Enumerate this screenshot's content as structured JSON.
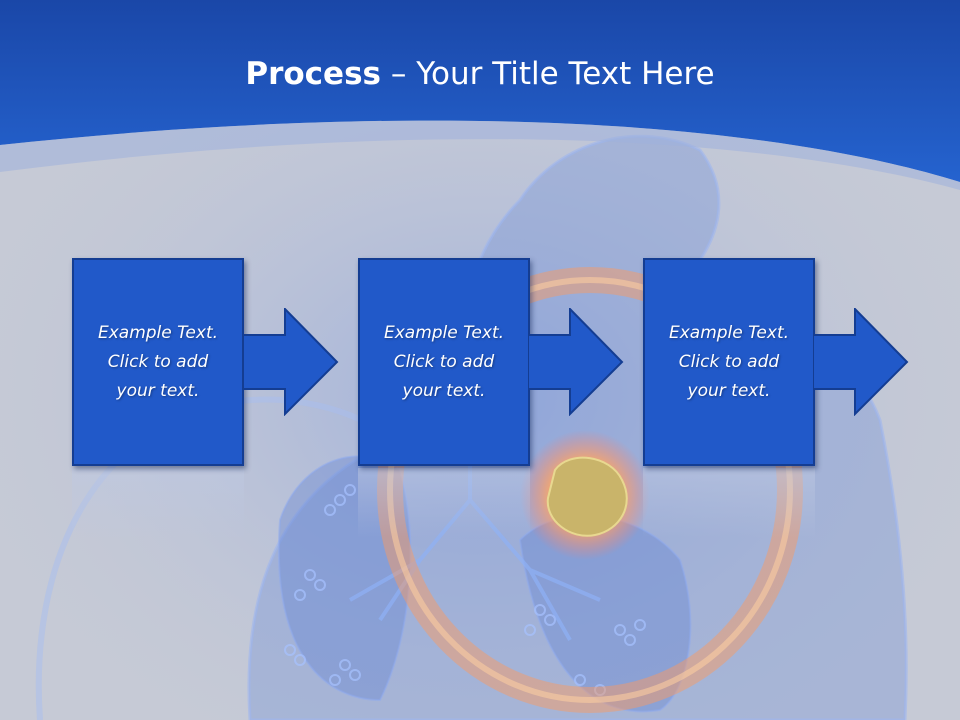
{
  "slide": {
    "title_bold": "Process",
    "title_rest": " – Your Title Text Here"
  },
  "steps": [
    {
      "line1": "Example Text.",
      "line2": "Click  to add",
      "line3": "your text."
    },
    {
      "line1": "Example Text.",
      "line2": "Click  to add",
      "line3": "your text."
    },
    {
      "line1": "Example Text.",
      "line2": "Click  to add",
      "line3": "your text."
    }
  ],
  "colors": {
    "header_blue": "#1c4fb8",
    "box_fill": "#2159c9",
    "box_border": "#143d92",
    "background_gray": "#c6cad6",
    "ring_orange": "#ff9a5a"
  },
  "icons": [
    "right-arrow-icon"
  ]
}
